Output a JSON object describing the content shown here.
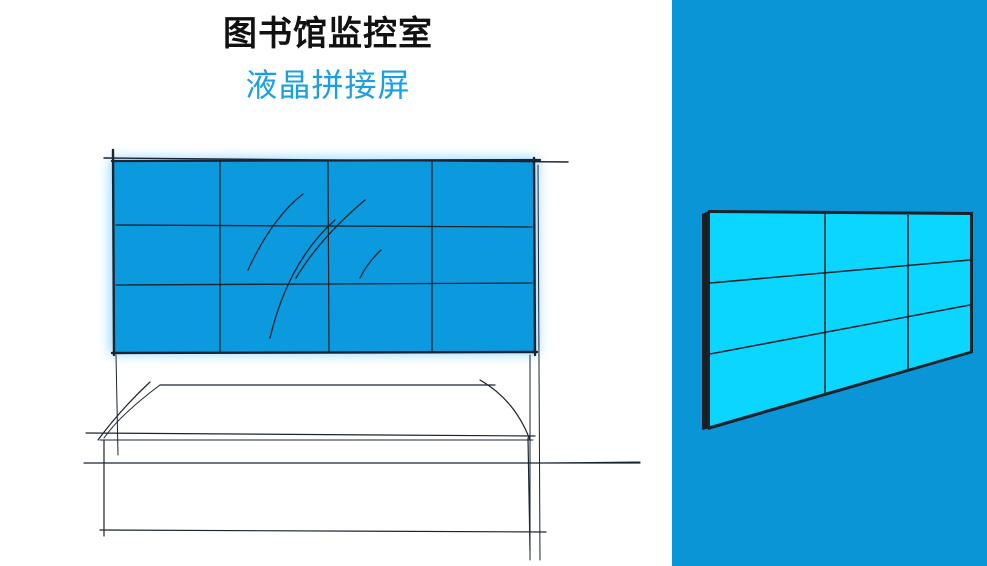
{
  "header": {
    "title": "图书馆监控室",
    "subtitle": "液晶拼接屏"
  },
  "colors": {
    "right_panel_bg": "#0a95d6",
    "sketch_wall_fill": "#0b9ade",
    "panel_3d_fill": "#0bd6ff",
    "title_color": "#111111",
    "subtitle_color": "#1a9fe3"
  },
  "video_wall": {
    "rows": 3,
    "columns": 4
  },
  "side_panel": {
    "rows": 3,
    "columns": 3
  }
}
